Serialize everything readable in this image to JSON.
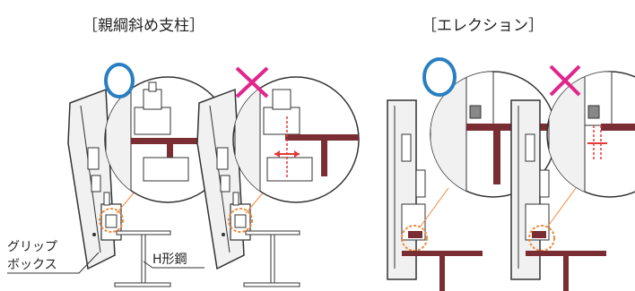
{
  "titles": {
    "left": "［親綱斜め支柱］",
    "right": "［エレクション］"
  },
  "labels": {
    "grip_box_line1": "グリップ",
    "grip_box_line2": "ボックス",
    "h_beam": "H形鋼"
  },
  "marks": {
    "correct": "○",
    "wrong": "×"
  },
  "colors": {
    "correct_circle": "#2a7fc1",
    "wrong_cross": "#e0268c",
    "highlight_orange": "#f08a3a",
    "beam_maroon": "#7a2e33",
    "line_gray": "#333333",
    "fill_light": "#f1f1f1"
  }
}
